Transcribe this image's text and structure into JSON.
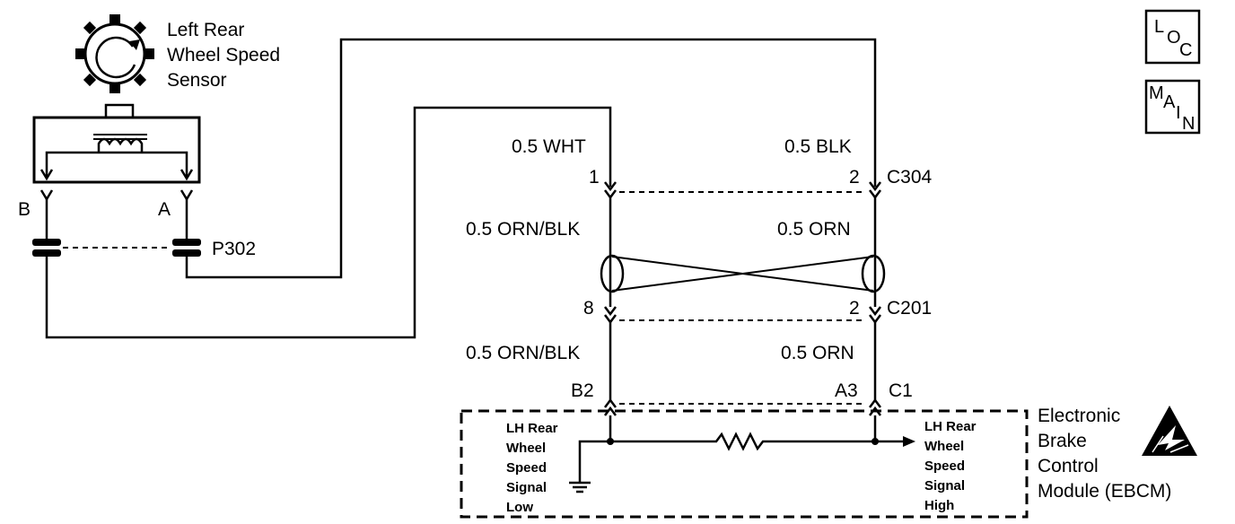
{
  "sensor": {
    "name_line1": "Left Rear",
    "name_line2": "Wheel Speed",
    "name_line3": "Sensor",
    "terminal_b": "B",
    "terminal_a": "A",
    "connector": "P302"
  },
  "connectors": {
    "c304": "C304",
    "c201": "C201",
    "c1": "C1"
  },
  "wires": {
    "wht": "0.5 WHT",
    "blk": "0.5 BLK",
    "orn_blk_upper": "0.5 ORN/BLK",
    "orn_upper": "0.5 ORN",
    "orn_blk_lower": "0.5 ORN/BLK",
    "orn_lower": "0.5 ORN"
  },
  "pins": {
    "c304_left": "1",
    "c304_right": "2",
    "c201_left": "8",
    "c201_right": "2",
    "c1_left": "B2",
    "c1_right": "A3"
  },
  "ebcm": {
    "name_line1": "Electronic",
    "name_line2": "Brake",
    "name_line3": "Control",
    "name_line4": "Module (EBCM)",
    "low_line1": "LH Rear",
    "low_line2": "Wheel",
    "low_line3": "Speed",
    "low_line4": "Signal",
    "low_line5": "Low",
    "high_line1": "LH Rear",
    "high_line2": "Wheel",
    "high_line3": "Speed",
    "high_line4": "Signal",
    "high_line5": "High"
  },
  "icons": {
    "loc_l": "L",
    "loc_o": "O",
    "loc_c": "C",
    "main_m": "M",
    "main_a": "A",
    "main_i": "I",
    "main_n": "N",
    "esd_icon": "esd-warning-icon"
  }
}
